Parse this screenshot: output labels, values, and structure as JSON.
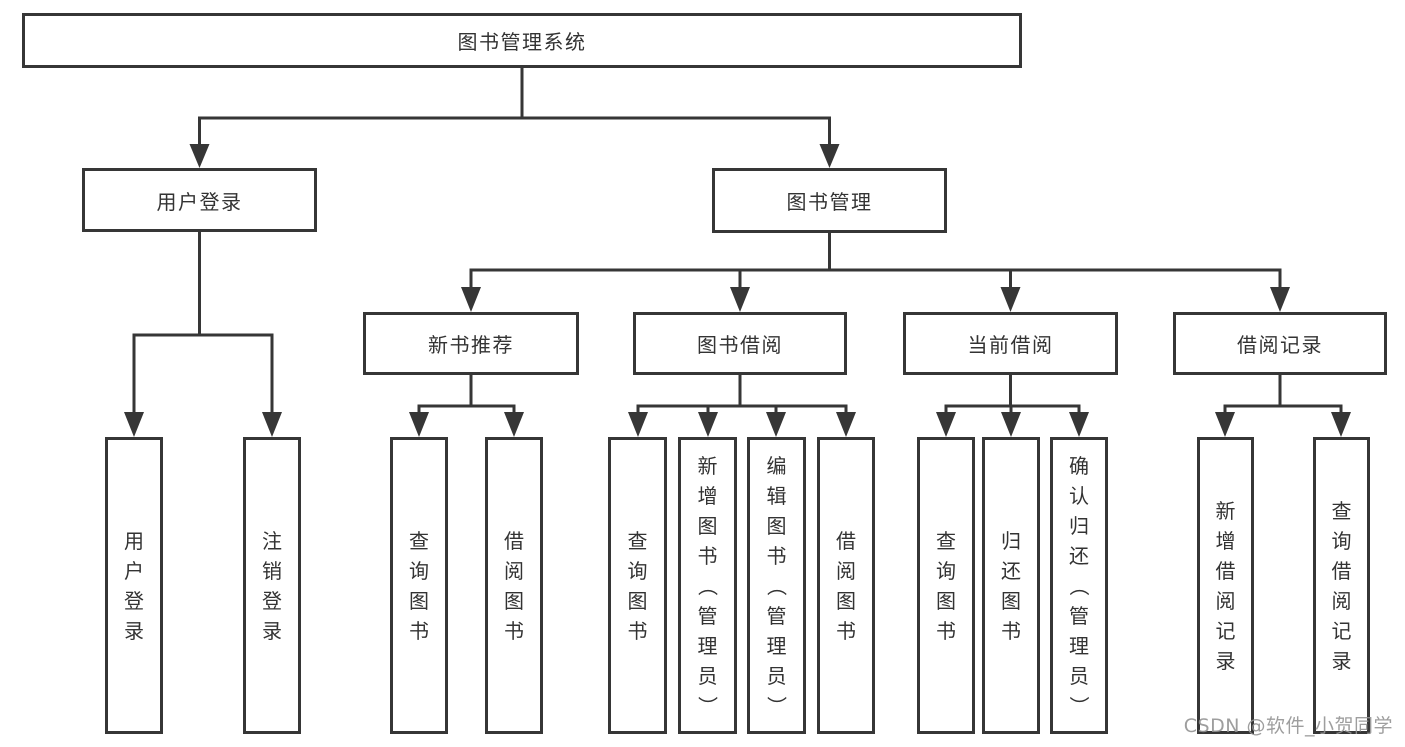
{
  "diagram_title": "图书管理系统",
  "watermark": "CSDN @软件_小贺同学",
  "colors": {
    "line": "#363636",
    "text": "#333333",
    "background": "#ffffff",
    "watermark": "#949494"
  },
  "tree": {
    "root": {
      "label": "图书管理系统",
      "children": [
        {
          "label": "用户登录",
          "children": [
            {
              "label": "用户登录"
            },
            {
              "label": "注销登录"
            }
          ]
        },
        {
          "label": "图书管理",
          "children": [
            {
              "label": "新书推荐",
              "children": [
                {
                  "label": "查询图书"
                },
                {
                  "label": "借阅图书"
                }
              ]
            },
            {
              "label": "图书借阅",
              "children": [
                {
                  "label": "查询图书"
                },
                {
                  "label": "新增图书（管理员）"
                },
                {
                  "label": "编辑图书（管理员）"
                },
                {
                  "label": "借阅图书"
                }
              ]
            },
            {
              "label": "当前借阅",
              "children": [
                {
                  "label": "查询图书"
                },
                {
                  "label": "归还图书"
                },
                {
                  "label": "确认归还（管理员）"
                }
              ]
            },
            {
              "label": "借阅记录",
              "children": [
                {
                  "label": "新增借阅记录"
                },
                {
                  "label": "查询借阅记录"
                }
              ]
            }
          ]
        }
      ]
    }
  }
}
